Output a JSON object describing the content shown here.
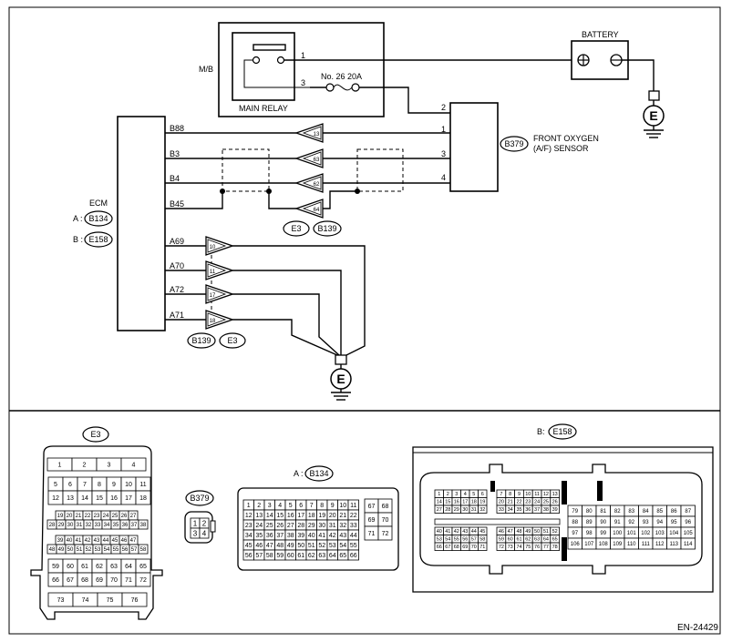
{
  "diagram": {
    "mb_label": "M/B",
    "main_relay_label": "MAIN RELAY",
    "relay_pins": [
      "1",
      "3"
    ],
    "fuse_label": "No. 26  20A",
    "battery_label": "BATTERY",
    "ground_label": "E",
    "sensor_label_1": "FRONT OXYGEN",
    "sensor_label_2": "(A/F) SENSOR",
    "sensor_connector": "B379",
    "sensor_pins": [
      "2",
      "1",
      "3",
      "4"
    ],
    "ecm_label": "ECM",
    "ecm_conn_a_prefix": "A :",
    "ecm_conn_a": "B134",
    "ecm_conn_b_prefix": "B :",
    "ecm_conn_b": "E158",
    "ecm_terminals": [
      "B88",
      "B3",
      "B4",
      "B45",
      "A69",
      "A70",
      "A72",
      "A71"
    ],
    "inline_pins_upper": [
      "13",
      "63",
      "62",
      "64"
    ],
    "inline_pins_lower": [
      "10",
      "11",
      "17",
      "18"
    ],
    "joint_connectors_upper": [
      "E3",
      "B139"
    ],
    "joint_connectors_lower": [
      "B139",
      "E3"
    ]
  },
  "connectors": {
    "e3": {
      "tag": "E3",
      "row1": [
        "1",
        "2",
        "3",
        "4"
      ],
      "row2": [
        "5",
        "6",
        "7",
        "8",
        "9",
        "10",
        "11"
      ],
      "row3": [
        "12",
        "13",
        "14",
        "15",
        "16",
        "17",
        "18"
      ],
      "row4": [
        "19",
        "20",
        "21",
        "22",
        "23",
        "24",
        "25",
        "26",
        "27"
      ],
      "row5": [
        "28",
        "29",
        "30",
        "31",
        "32",
        "33",
        "34",
        "35",
        "36",
        "37",
        "38"
      ],
      "row6": [
        "39",
        "40",
        "41",
        "42",
        "43",
        "44",
        "45",
        "46",
        "47"
      ],
      "row7": [
        "48",
        "49",
        "50",
        "51",
        "52",
        "53",
        "54",
        "55",
        "56",
        "57",
        "58"
      ],
      "row8": [
        "59",
        "60",
        "61",
        "62",
        "63",
        "64",
        "65"
      ],
      "row9": [
        "66",
        "67",
        "68",
        "69",
        "70",
        "71",
        "72"
      ],
      "row10": [
        "73",
        "74",
        "75",
        "76"
      ]
    },
    "b379": {
      "tag": "B379",
      "pins": [
        "1",
        "2",
        "3",
        "4"
      ]
    },
    "b134": {
      "prefix": "A :",
      "tag": "B134",
      "rows": [
        [
          "1",
          "2",
          "3",
          "4",
          "5",
          "6",
          "7",
          "8",
          "9",
          "10",
          "11"
        ],
        [
          "12",
          "13",
          "14",
          "15",
          "16",
          "17",
          "18",
          "19",
          "20",
          "21",
          "22"
        ],
        [
          "23",
          "24",
          "25",
          "26",
          "27",
          "28",
          "29",
          "30",
          "31",
          "32",
          "33"
        ],
        [
          "34",
          "35",
          "36",
          "37",
          "38",
          "39",
          "40",
          "41",
          "42",
          "43",
          "44"
        ],
        [
          "45",
          "46",
          "47",
          "48",
          "49",
          "50",
          "51",
          "52",
          "53",
          "54",
          "55"
        ],
        [
          "56",
          "57",
          "58",
          "59",
          "60",
          "61",
          "62",
          "63",
          "64",
          "65",
          "66"
        ]
      ],
      "side_rows": [
        [
          "67",
          "68"
        ],
        [
          "69",
          "70"
        ],
        [
          "71",
          "72"
        ]
      ]
    },
    "e158": {
      "prefix": "B:",
      "tag": "E158",
      "blockA": [
        [
          "1",
          "2",
          "3",
          "4",
          "5",
          "6"
        ],
        [
          "14",
          "15",
          "16",
          "17",
          "18",
          "19"
        ],
        [
          "27",
          "28",
          "29",
          "30",
          "31",
          "32"
        ]
      ],
      "blockB": [
        [
          "7",
          "8",
          "9",
          "10",
          "11",
          "12",
          "13"
        ],
        [
          "20",
          "21",
          "22",
          "23",
          "24",
          "25",
          "26"
        ],
        [
          "33",
          "34",
          "35",
          "36",
          "37",
          "38",
          "39"
        ]
      ],
      "blockC": [
        [
          "40",
          "41",
          "42",
          "43",
          "44",
          "45"
        ],
        [
          "53",
          "54",
          "55",
          "56",
          "57",
          "58"
        ],
        [
          "66",
          "67",
          "68",
          "69",
          "70",
          "71"
        ]
      ],
      "blockD": [
        [
          "46",
          "47",
          "48",
          "49",
          "50",
          "51",
          "52"
        ],
        [
          "59",
          "60",
          "61",
          "62",
          "63",
          "64",
          "65"
        ],
        [
          "72",
          "73",
          "74",
          "75",
          "76",
          "77",
          "78"
        ]
      ],
      "blockE": [
        [
          "79",
          "80",
          "81",
          "82",
          "83",
          "84",
          "85",
          "86",
          "87"
        ],
        [
          "88",
          "89",
          "90",
          "91",
          "92",
          "93",
          "94",
          "95",
          "96"
        ],
        [
          "97",
          "98",
          "99",
          "100",
          "101",
          "102",
          "103",
          "104",
          "105"
        ],
        [
          "106",
          "107",
          "108",
          "109",
          "110",
          "111",
          "112",
          "113",
          "114"
        ]
      ]
    }
  },
  "footer": {
    "code": "EN-24429"
  }
}
